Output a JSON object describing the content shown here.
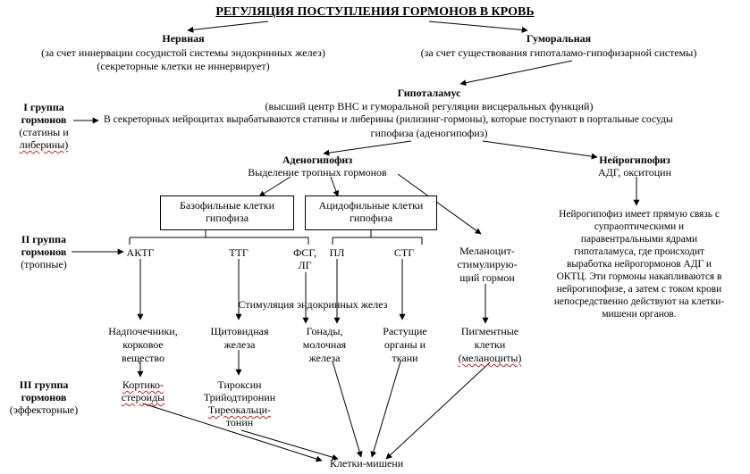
{
  "title": "РЕГУЛЯЦИЯ ПОСТУПЛЕНИЯ ГОРМОНОВ В КРОВЬ",
  "nervous": {
    "heading": "Нервная",
    "line1": "(за счет иннервации сосудистой системы эндокринных желез)",
    "line2": "(секреторные клетки не иннервирует)"
  },
  "humoral": {
    "heading": "Гуморальная",
    "line1": "(за счет существования гипоталамо-гипофизарной системы)"
  },
  "hypothalamus": {
    "heading": "Гипоталамус",
    "line1": "(высший центр ВНС и гуморальной регуляции висцеральных функций)",
    "line2": "В секреторных нейроцитах вырабатываются статины и либерины (рилизинг-гормоны), которые поступают в портальные сосуды",
    "line3": "гипофиза (аденогипофиз)"
  },
  "group1": {
    "line1": "I группа",
    "line2": "гормонов",
    "line3": "(статины и",
    "line4": "либерины)"
  },
  "adenohypophysis": {
    "heading": "Аденогипофиз",
    "line1": "Выделение тропных гормонов"
  },
  "neurohypophysis": {
    "heading": "Нейрогипофиз",
    "line1": "АДГ, окситоцин",
    "desc1": "Нейрогипофиз имеет прямую связь с",
    "desc2": "супраоптическими и",
    "desc3": "паравентральными ядрами",
    "desc4": "гипоталамуса, где происходит",
    "desc5": "выработка нейрогормонов АДГ и",
    "desc6": "ОКТЦ. Эти гормоны накапливаются в",
    "desc7": "нейрогипофизе, а затем с током крови",
    "desc8": "непосредственно действуют на клетки-",
    "desc9": "мишени органов."
  },
  "basophil": {
    "line1": "Базофильные клетки",
    "line2": "гипофиза"
  },
  "acidophil": {
    "line1": "Ацидофильные клетки",
    "line2": "гипофиза"
  },
  "group2": {
    "line1": "II группа",
    "line2": "гормонов",
    "line3": "(тропные)"
  },
  "hormones": {
    "actg": "АКТГ",
    "ttg": "ТТГ",
    "fsg": "ФСГ,",
    "lg": "ЛГ",
    "pl": "ПЛ",
    "stg": "СТГ",
    "msh1": "Меланоцит-",
    "msh2": "стимулирую-",
    "msh3": "щий гормон"
  },
  "stimulation": "Стимуляция эндокринных желез",
  "targets": {
    "adrenal1": "Надпочечники,",
    "adrenal2": "корковое",
    "adrenal3": "вещество",
    "thyroid1": "Щитовидная",
    "thyroid2": "железа",
    "gonads1": "Гонады,",
    "gonads2": "молочная",
    "gonads3": "железа",
    "growing1": "Растущие",
    "growing2": "органы и",
    "growing3": "ткани",
    "pigment1": "Пигментные",
    "pigment2": "клетки",
    "pigment3": "(меланоциты)"
  },
  "group3": {
    "line1": "III группа",
    "line2": "гормонов",
    "line3": "(эффекторные)"
  },
  "effectors": {
    "cortico1": "Кортико-",
    "cortico2": "стероиды",
    "thyroxine": "Тироксин",
    "triiodo": "Трийодтиронин",
    "thyreocalc1": "Тиреокальци-",
    "thyreocalc2": "тонин"
  },
  "target_cells": "Клетки-мишени"
}
